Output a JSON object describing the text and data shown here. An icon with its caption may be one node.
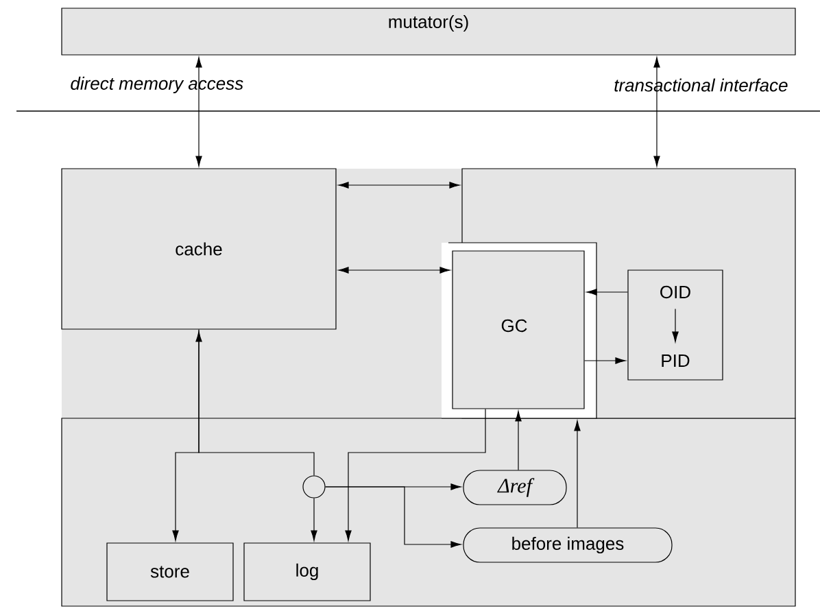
{
  "diagram": {
    "nodes": [
      {
        "text": [
          "mutator(s)"
        ]
      },
      {
        "text": [
          "cache"
        ]
      },
      {
        "text": [],
        "shape": "box"
      },
      {
        "text": [],
        "shape": "box",
        "in": 2
      },
      {
        "text": [
          "GC"
        ],
        "in": 3
      },
      {
        "text": [],
        "shape": "box",
        "in": 2
      },
      {
        "text": [
          "OID"
        ],
        "in": 5
      },
      {
        "text": [
          "PID"
        ],
        "in": 5
      },
      {
        "text": [],
        "shape": "box"
      },
      {
        "text": [],
        "shape": "circle",
        "in": 8
      },
      {
        "text": [
          "Δref"
        ],
        "in": 8
      },
      {
        "text": [
          "before images"
        ],
        "in": 8
      },
      {
        "text": [
          "store"
        ],
        "in": 8
      },
      {
        "text": [
          "log"
        ],
        "in": 8
      }
    ],
    "edges": [
      {
        "from": 0,
        "to": 1,
        "arrow": "both"
      },
      {
        "from": 0,
        "to": 2,
        "arrow": "both"
      },
      {
        "from": 1,
        "to": 2,
        "arrow": "both"
      },
      {
        "from": 1,
        "to": 4,
        "arrow": "both"
      },
      {
        "from": 5,
        "to": 4,
        "arrow": "to"
      },
      {
        "from": 4,
        "to": 5,
        "arrow": "to"
      },
      {
        "from": 6,
        "to": 7,
        "arrow": "to"
      },
      {
        "from": 1,
        "to": 12,
        "arrow": "both"
      },
      {
        "from": 1,
        "to": 9,
        "arrow": "none"
      },
      {
        "from": 9,
        "to": 13,
        "arrow": "to"
      },
      {
        "from": 9,
        "to": 10,
        "arrow": "to"
      },
      {
        "from": 9,
        "to": 11,
        "arrow": "to"
      },
      {
        "from": 4,
        "to": 13,
        "arrow": "to"
      },
      {
        "from": 10,
        "to": 4,
        "arrow": "to"
      },
      {
        "from": 11,
        "to": 3,
        "arrow": "to"
      }
    ],
    "labels": [
      "direct memory access",
      "transactional interface"
    ]
  }
}
